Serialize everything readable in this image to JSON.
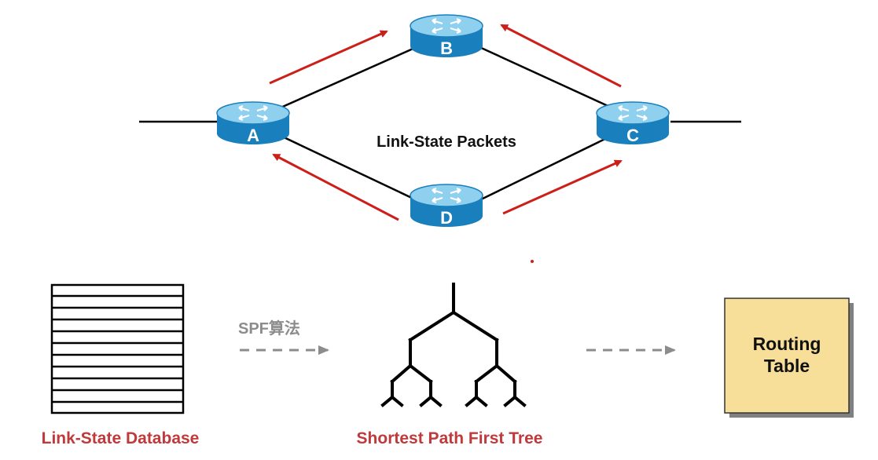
{
  "routers": [
    {
      "id": "router-a",
      "label": "A"
    },
    {
      "id": "router-b",
      "label": "B"
    },
    {
      "id": "router-c",
      "label": "C"
    },
    {
      "id": "router-d",
      "label": "D"
    }
  ],
  "center_label": "Link-State Packets",
  "spf_label": "SPF算法",
  "database_caption": "Link-State Database",
  "tree_caption": "Shortest Path First Tree",
  "routing_table": {
    "line1": "Routing",
    "line2": "Table"
  },
  "colors": {
    "router_top": "#8fd0ef",
    "router_side": "#1a7fbd",
    "arrow_red": "#cc1f1a",
    "caption_red": "#c0393b",
    "dashed_gray": "#8c8c8c",
    "table_fill": "#f7df9a"
  }
}
